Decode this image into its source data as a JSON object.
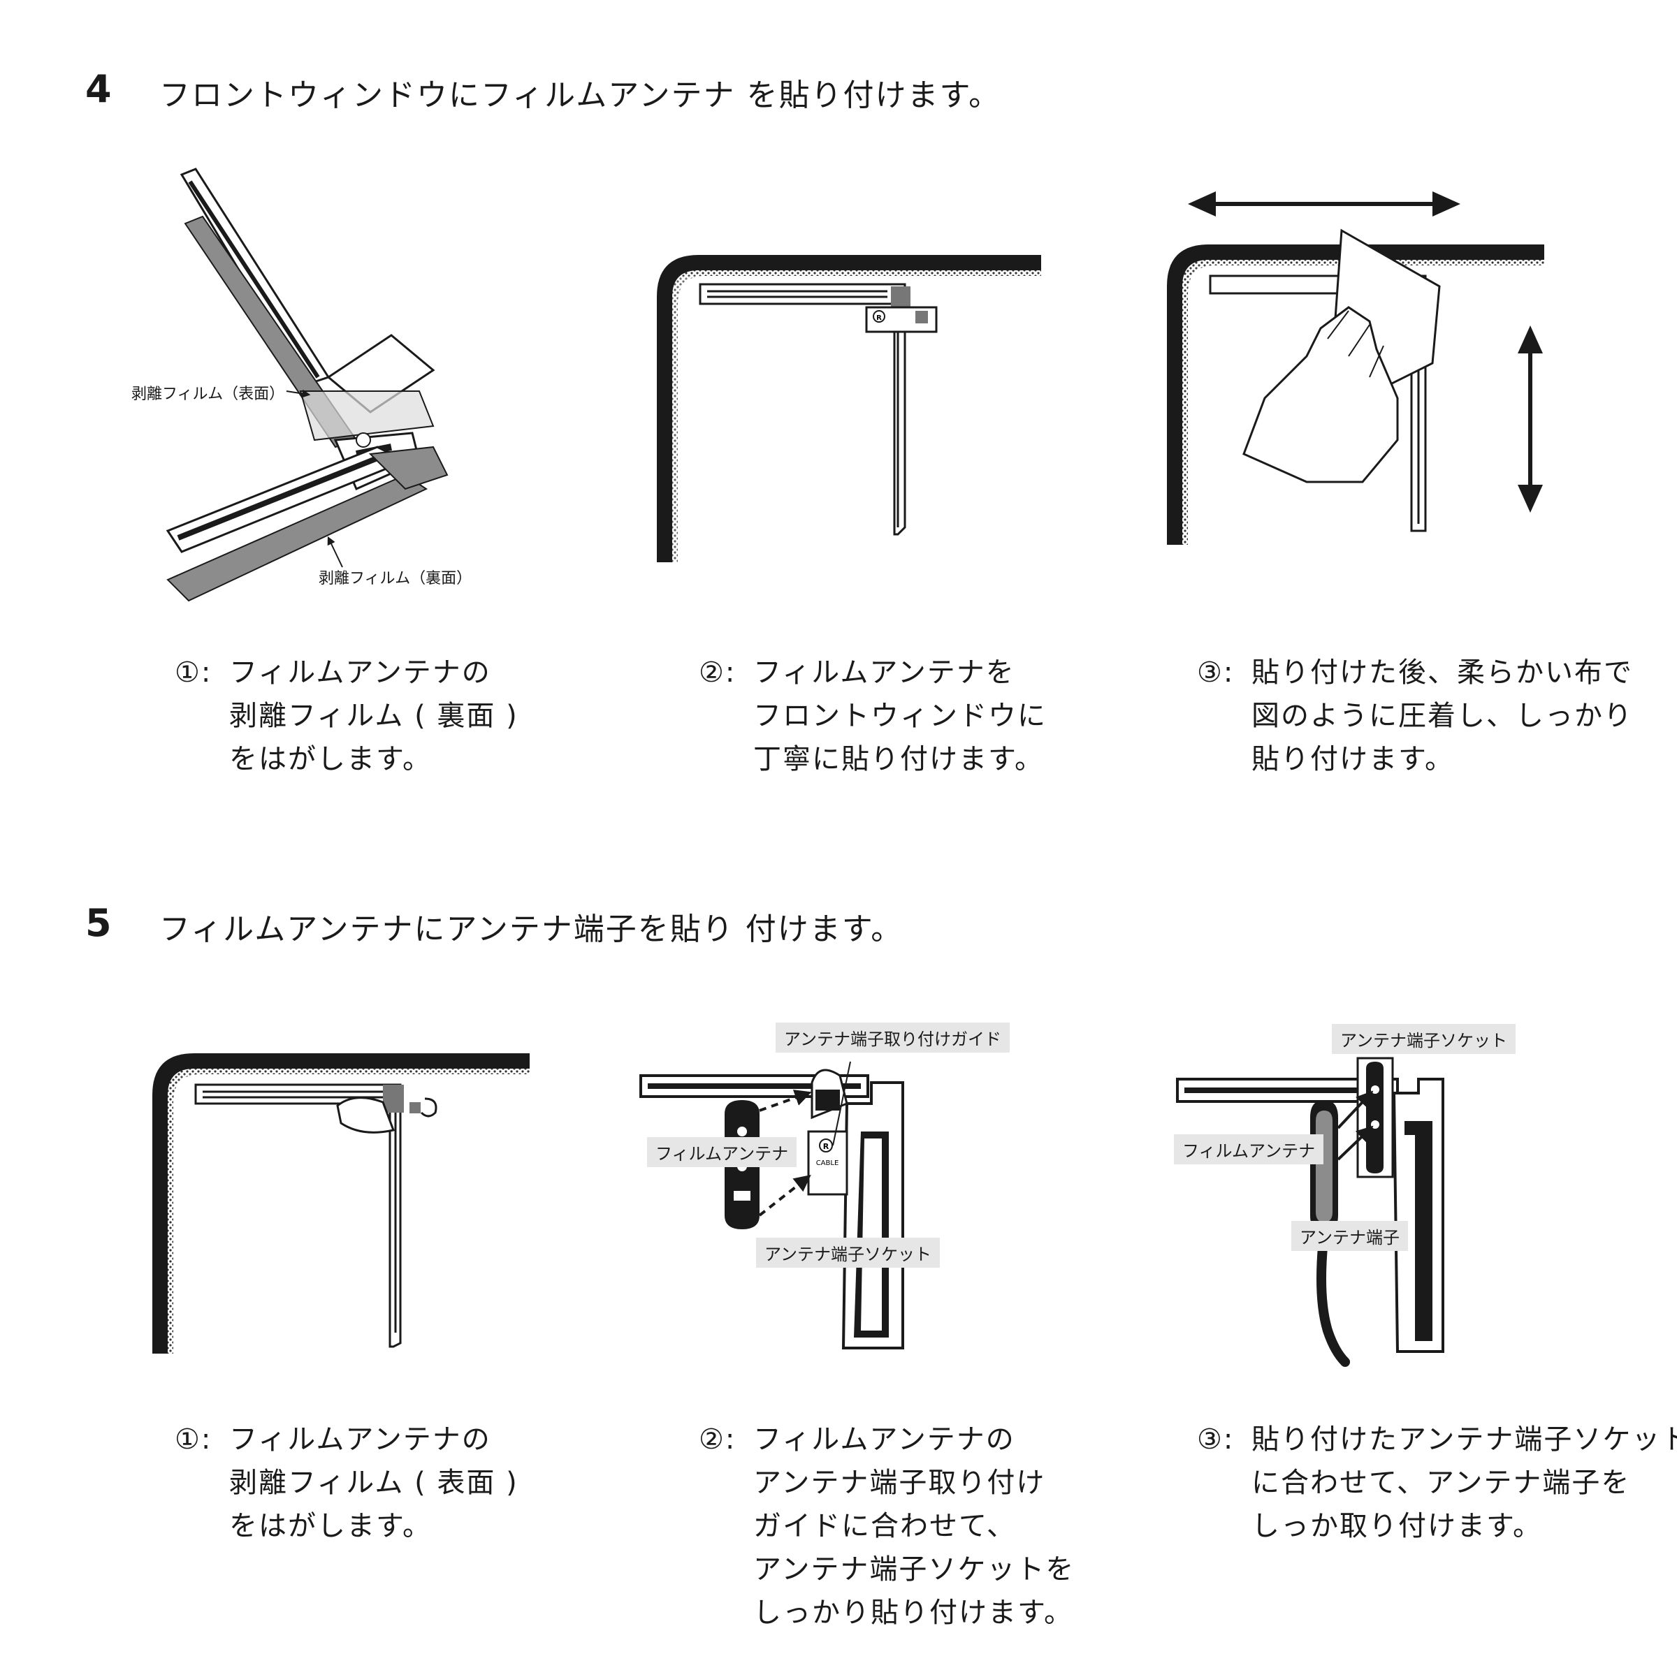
{
  "step4": {
    "number": "4",
    "title": "フロントウィンドウにフィルムアンテナ を貼り付けます。",
    "labels": {
      "front_film": "剥離フィルム（表面）",
      "back_film": "剥離フィルム（裏面）"
    },
    "captions": [
      {
        "marker": "①:",
        "lines": [
          "フィルムアンテナの",
          "剥離フィルム ( 裏面 )",
          "をはがします。"
        ]
      },
      {
        "marker": "②:",
        "lines": [
          "フィルムアンテナを",
          "フロントウィンドウに",
          "丁寧に貼り付けます。"
        ]
      },
      {
        "marker": "③:",
        "lines": [
          "貼り付けた後、柔らかい布で",
          "図のように圧着し、しっかり",
          "貼り付けます。"
        ]
      }
    ]
  },
  "step5": {
    "number": "5",
    "title": "フィルムアンテナにアンテナ端子を貼り 付けます。",
    "tags": {
      "guide": "アンテナ端子取り付けガイド",
      "film_antenna_a": "フィルムアンテナ",
      "socket_a": "アンテナ端子ソケット",
      "socket_b": "アンテナ端子ソケット",
      "film_antenna_b": "フィルムアンテナ",
      "terminal": "アンテナ端子"
    },
    "captions": [
      {
        "marker": "①:",
        "lines": [
          "フィルムアンテナの",
          "剥離フィルム ( 表面 )",
          "をはがします。"
        ]
      },
      {
        "marker": "②:",
        "lines": [
          "フィルムアンテナの",
          "アンテナ端子取り付け",
          "ガイドに合わせて、",
          "アンテナ端子ソケットを",
          "しっかり貼り付けます。"
        ]
      },
      {
        "marker": "③:",
        "lines": [
          "貼り付けたアンテナ端子ソケット",
          "に合わせて、アンテナ端子を",
          "しっか取り付けます。"
        ]
      }
    ]
  },
  "icons": {
    "connector_mark": "R",
    "connector_text": "CABLE"
  },
  "colors": {
    "ink": "#1a1a1a",
    "film_gray": "#8c8c8c",
    "tag_bg": "#e6e6e6"
  }
}
